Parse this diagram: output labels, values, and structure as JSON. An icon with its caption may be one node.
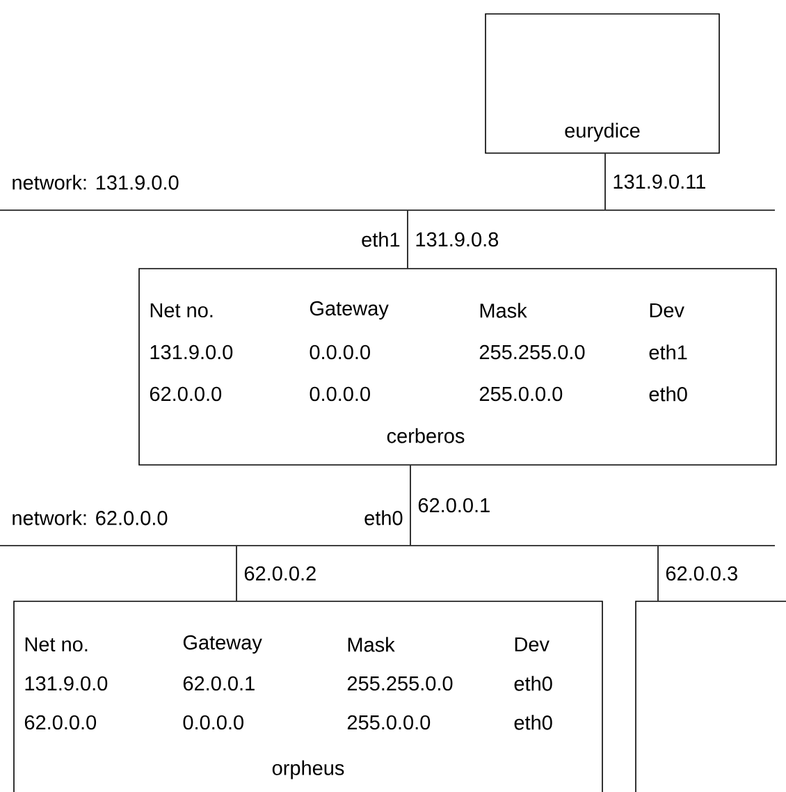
{
  "diagram": {
    "nodes": [
      {
        "text": [
          "eurydice"
        ]
      },
      {
        "text": [
          "network: 131.9.0.0"
        ]
      },
      {
        "text": [
          "Net no.",
          "Gateway",
          "Mask",
          "Dev",
          "131.9.0.0",
          "0.0.0.0",
          "255.255.0.0",
          "eth1",
          "62.0.0.0",
          "0.0.0.0",
          "255.0.0.0",
          "eth0",
          "cerberos"
        ]
      },
      {
        "text": [
          "network: 62.0.0.0"
        ]
      },
      {
        "text": [
          "Net no.",
          "Gateway",
          "Mask",
          "Dev",
          "131.9.0.0",
          "62.0.0.1",
          "255.255.0.0",
          "eth0",
          "62.0.0.0",
          "0.0.0.0",
          "255.0.0.0",
          "eth0",
          "orpheus"
        ]
      },
      {
        "text": [],
        "shape": "box"
      }
    ],
    "edges": [
      {
        "from": 0,
        "to": 1,
        "arrow": "none",
        "label": "131.9.0.11"
      },
      {
        "from": 1,
        "to": 2,
        "arrow": "none",
        "label": "131.9.0.8"
      },
      {
        "from": 2,
        "to": 3,
        "arrow": "none",
        "label": "62.0.0.1"
      },
      {
        "from": 3,
        "to": 4,
        "arrow": "none",
        "label": "62.0.0.2"
      },
      {
        "from": 3,
        "to": 5,
        "arrow": "none",
        "label": "62.0.0.3"
      }
    ],
    "labels": [
      "eth1",
      "eth0"
    ]
  }
}
